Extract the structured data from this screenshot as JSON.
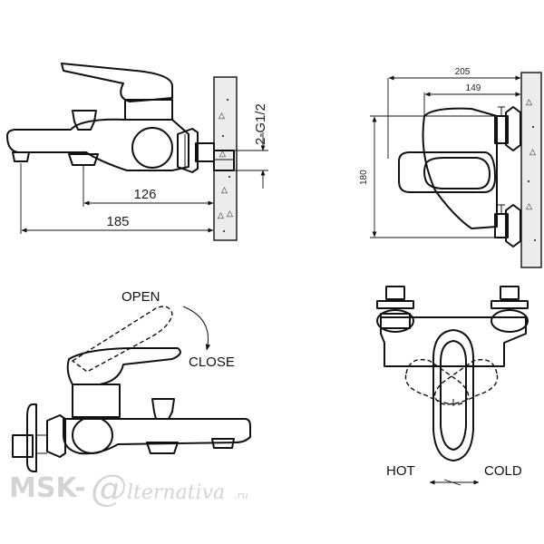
{
  "side_view": {
    "dim_126": "126",
    "dim_185": "185",
    "thread": "2-G1/2"
  },
  "top_view": {
    "dim_205": "205",
    "dim_149": "149",
    "dim_180": "180"
  },
  "operation_view": {
    "open_label": "OPEN",
    "close_label": "CLOSE"
  },
  "front_view": {
    "hot_label": "HOT",
    "cold_label": "COLD"
  },
  "watermark": {
    "prefix": "MSK-",
    "at": "@",
    "rest": "lternativa",
    "tld": ".ru"
  }
}
